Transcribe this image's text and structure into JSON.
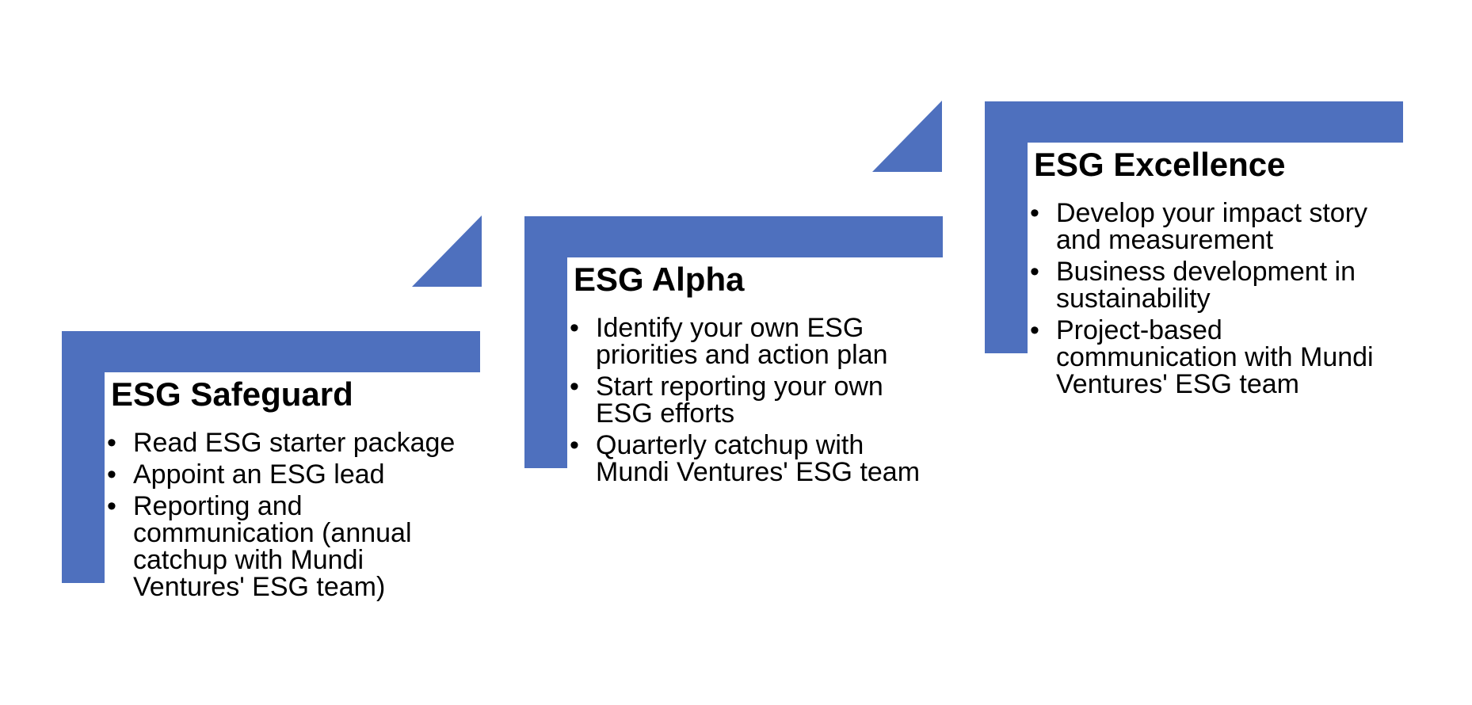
{
  "canvas": {
    "background": "#ffffff",
    "accent_blue": "#4E70BE",
    "text_color": "#000000",
    "bullet_char": "•"
  },
  "steps": [
    {
      "title": "ESG Safeguard",
      "bullets": [
        "Read ESG starter package",
        "Appoint an ESG lead",
        "Reporting and communication (annual catchup with Mundi Ventures' ESG team)"
      ]
    },
    {
      "title": "ESG Alpha",
      "bullets": [
        "Identify your own ESG priorities and action plan",
        "Start reporting your own ESG efforts",
        "Quarterly catchup with Mundi Ventures' ESG team"
      ]
    },
    {
      "title": "ESG Excellence",
      "bullets": [
        "Develop your impact story and measurement",
        "Business development in sustainability",
        "Project-based communication with Mundi Ventures' ESG team"
      ]
    }
  ]
}
